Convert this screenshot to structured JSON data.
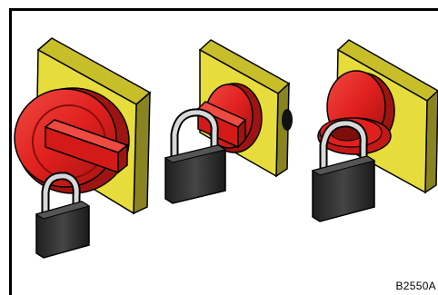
{
  "figure": {
    "reference_code": "B2550A",
    "background": "#ffffff",
    "colors": {
      "plate_yellow": "#e6dc3c",
      "plate_side": "#8a8420",
      "handle_red": "#e0201e",
      "handle_dark_red": "#9e1412",
      "padlock_body": "#2e2e2e",
      "shackle": "#c8c8c8",
      "outline": "#000000"
    },
    "panels": [
      {
        "name": "switch-1",
        "variant": "rotary-handle-locked-large"
      },
      {
        "name": "switch-2",
        "variant": "rotary-handle-locked-medium"
      },
      {
        "name": "switch-3",
        "variant": "mushroom-handle-locked"
      }
    ]
  }
}
